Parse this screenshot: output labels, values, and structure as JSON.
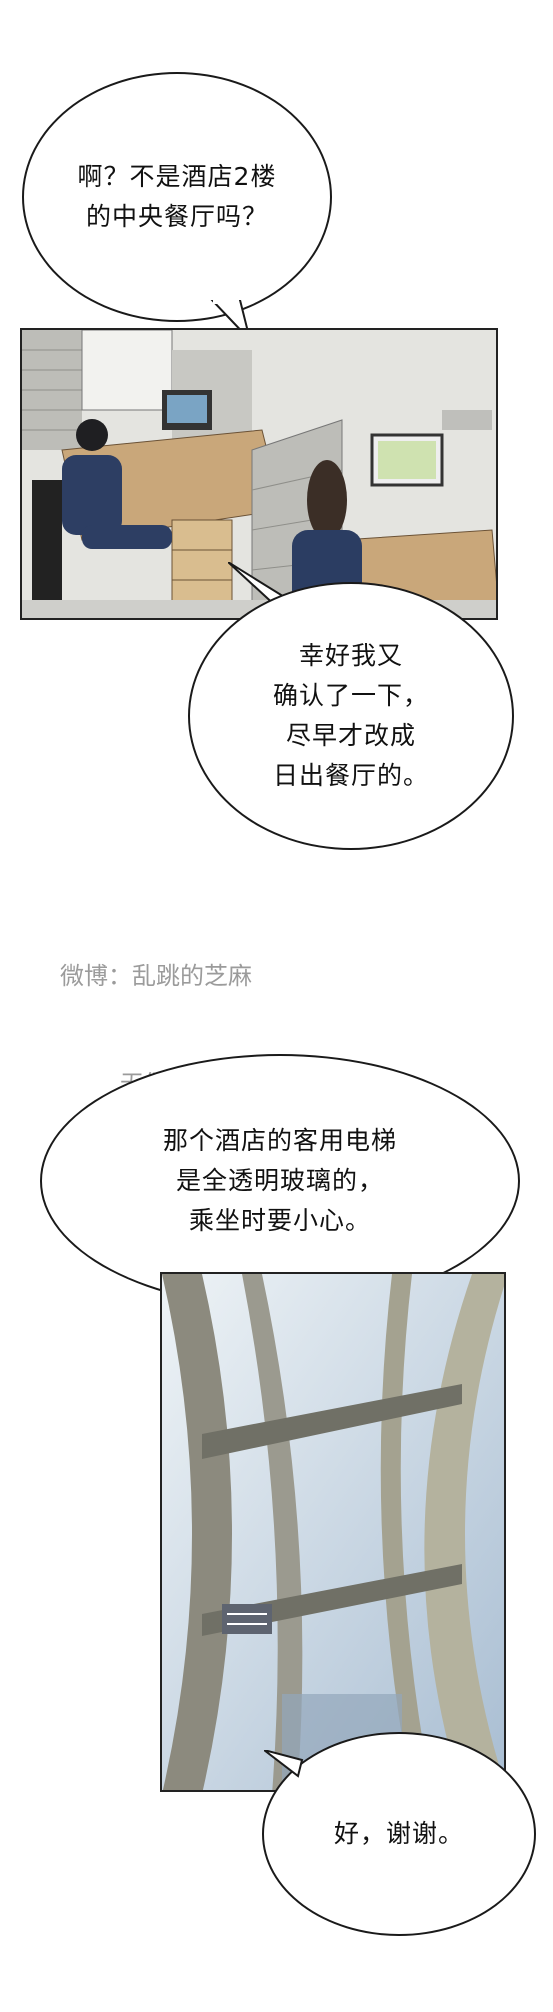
{
  "bubbles": [
    {
      "text": "啊？不是酒店2楼\n的中央餐厅吗？"
    },
    {
      "text": "幸好我又\n确认了一下，\n尽早才改成\n日出餐厅的。"
    },
    {
      "text": "那个酒店的客用电梯\n是全透明玻璃的，\n乘坐时要小心。"
    },
    {
      "text": "好，谢谢。"
    }
  ],
  "watermark": {
    "line1": "微博：乱跳的芝麻",
    "line2": "无偿汉化"
  },
  "colors": {
    "ink": "#1a1a1a",
    "panel_gray": "#c9c9c9",
    "glass": "#b8cde0",
    "frame": "#8c8a7e"
  }
}
